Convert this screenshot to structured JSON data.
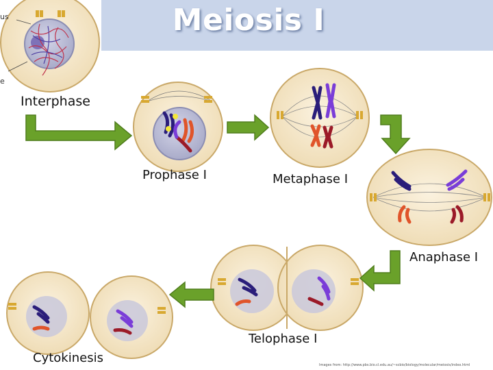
{
  "title": "Meiosis I",
  "labels": {
    "interphase": "Interphase",
    "prophase": "Prophase I",
    "metaphase": "Metaphase I",
    "anaphase": "Anaphase I",
    "telophase": "Telophase I",
    "cytokinesis": "Cytokinesis"
  },
  "edge_fragments": {
    "top": "us",
    "bottom": "e"
  },
  "credit": "Images from: http://www.pbs.bio.cl.edu.au/~scbio/biology/molecular/meiosis/index.html",
  "colors": {
    "cell_fill": "#f6e7c8",
    "cell_outline": "#c9a868",
    "nucleus_fill": "#c3c5dd",
    "arrow_green": "#6aa12a",
    "title_band": "#c9d5ea"
  }
}
